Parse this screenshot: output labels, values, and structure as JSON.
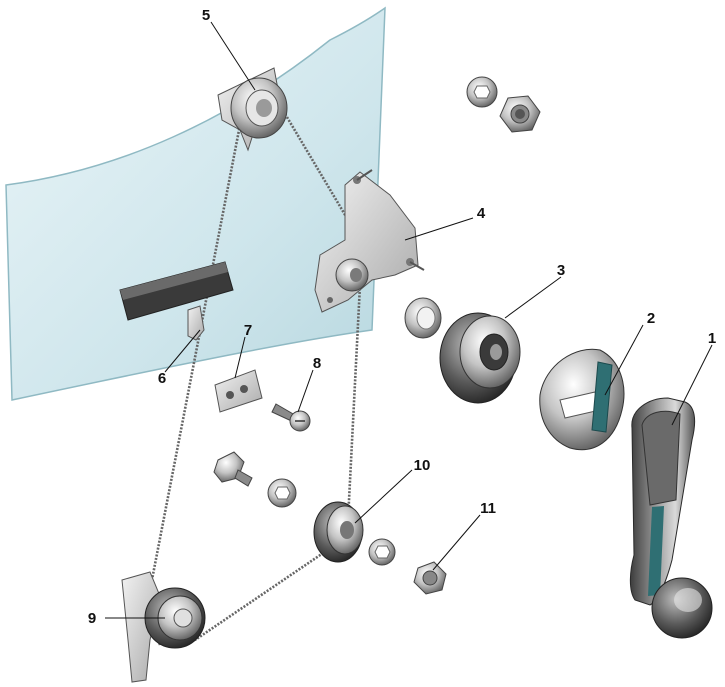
{
  "diagram": {
    "callouts": [
      {
        "id": "1",
        "label": "1"
      },
      {
        "id": "2",
        "label": "2"
      },
      {
        "id": "3",
        "label": "3"
      },
      {
        "id": "4",
        "label": "4"
      },
      {
        "id": "5",
        "label": "5"
      },
      {
        "id": "6",
        "label": "6"
      },
      {
        "id": "7",
        "label": "7"
      },
      {
        "id": "8",
        "label": "8"
      },
      {
        "id": "9",
        "label": "9"
      },
      {
        "id": "10",
        "label": "10"
      },
      {
        "id": "11",
        "label": "11"
      }
    ],
    "colors": {
      "glass": "#cfe6ec",
      "metal_light": "#dcdcdc",
      "metal_mid": "#a8a8a8",
      "metal_dark": "#4a4a4a",
      "accent_teal": "#2f6f73",
      "ink": "#111111"
    }
  }
}
